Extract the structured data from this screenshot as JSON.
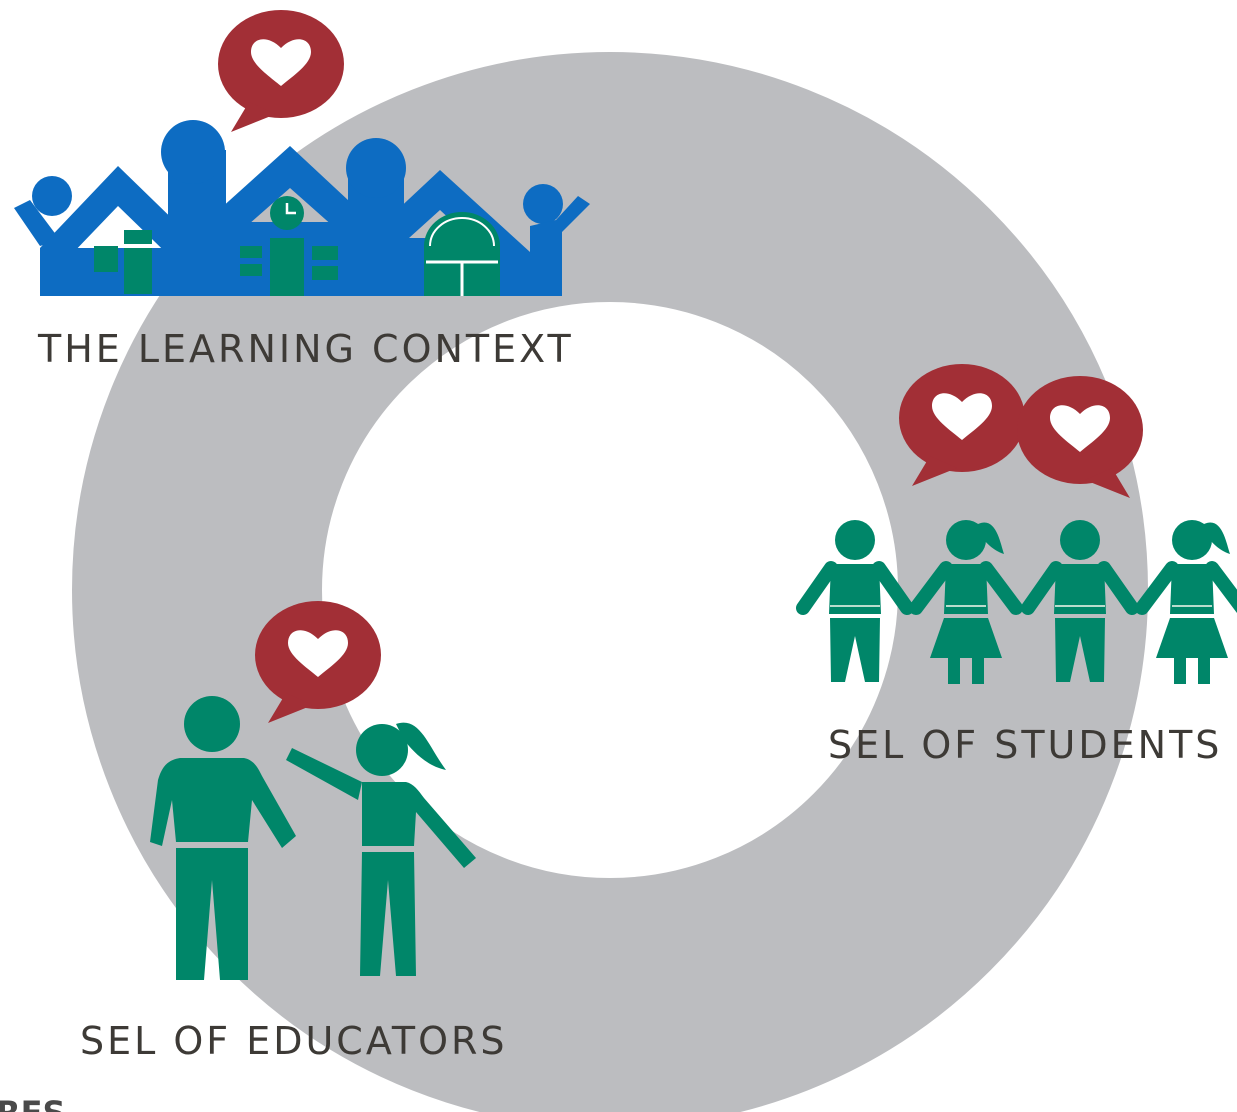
{
  "labels": {
    "learning_context": "THE LEARNING CONTEXT",
    "students": "SEL OF STUDENTS",
    "educators": "SEL OF EDUCATORS",
    "cut_off": "RES"
  },
  "colors": {
    "ring": "#bcbdc0",
    "blue": "#0d6cc2",
    "green": "#008669",
    "red": "#a22f36",
    "text": "#3d3a36"
  },
  "icons": {
    "learning_context": "school-community-icon",
    "students": "students-holding-hands-icon",
    "educators": "educators-icon",
    "speech": "heart-speech-bubble-icon"
  }
}
